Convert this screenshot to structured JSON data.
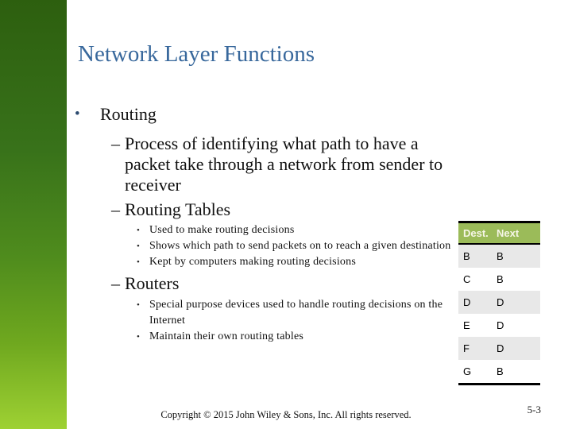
{
  "slide": {
    "title": "Network Layer Functions",
    "footer": "Copyright © 2015 John Wiley & Sons, Inc. All rights reserved.",
    "page_number": "5-3"
  },
  "glyphs": {
    "l1": "•",
    "l2": "–",
    "l3": "•"
  },
  "bullets": [
    {
      "level": 1,
      "text": "Routing"
    },
    {
      "level": 2,
      "text": "Process of identifying what path to have a packet take through a network from sender to receiver"
    },
    {
      "level": 2,
      "text": "Routing Tables"
    },
    {
      "level": 3,
      "text": "Used to make routing decisions"
    },
    {
      "level": 3,
      "text": "Shows which path to send packets on to reach a given destination"
    },
    {
      "level": 3,
      "text": "Kept by computers making routing decisions"
    },
    {
      "level": 2,
      "text": "Routers"
    },
    {
      "level": 3,
      "text": "Special purpose devices used to handle routing decisions on the Internet"
    },
    {
      "level": 3,
      "text": "Maintain their own routing tables"
    }
  ],
  "routing_table": {
    "headers": [
      "Dest.",
      "Next"
    ],
    "rows": [
      [
        "B",
        "B"
      ],
      [
        "C",
        "B"
      ],
      [
        "D",
        "D"
      ],
      [
        "E",
        "D"
      ],
      [
        "F",
        "D"
      ],
      [
        "G",
        "B"
      ]
    ]
  },
  "colors": {
    "title_text": "#38689c",
    "sidebar_gradient_top": "#2d5f0f",
    "sidebar_gradient_bottom": "#9ed133",
    "level1_bullet": "#2b4a6f",
    "table_header_bg": "#9bbb59",
    "table_header_text": "#f5f5e6",
    "table_alt_row_bg": "#e8e8e8",
    "table_border": "#000000"
  }
}
